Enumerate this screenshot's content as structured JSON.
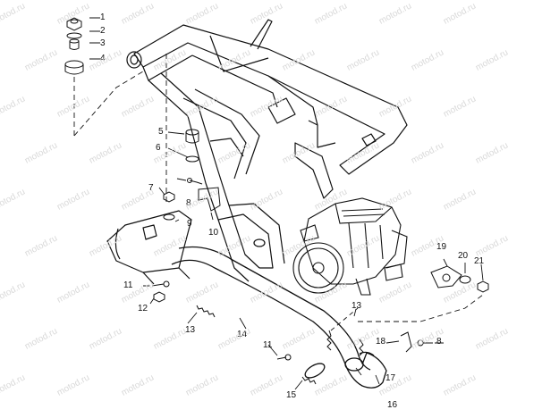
{
  "diagram": {
    "callouts": [
      "1",
      "2",
      "3",
      "4",
      "5",
      "6",
      "7",
      "8",
      "9",
      "10",
      "11",
      "12",
      "13",
      "14",
      "11",
      "8",
      "13",
      "15",
      "16",
      "17",
      "18",
      "19",
      "20",
      "21"
    ],
    "watermark_text": "motod.ru",
    "line_color": "#111111",
    "watermark_color": "#d9d9d9"
  }
}
